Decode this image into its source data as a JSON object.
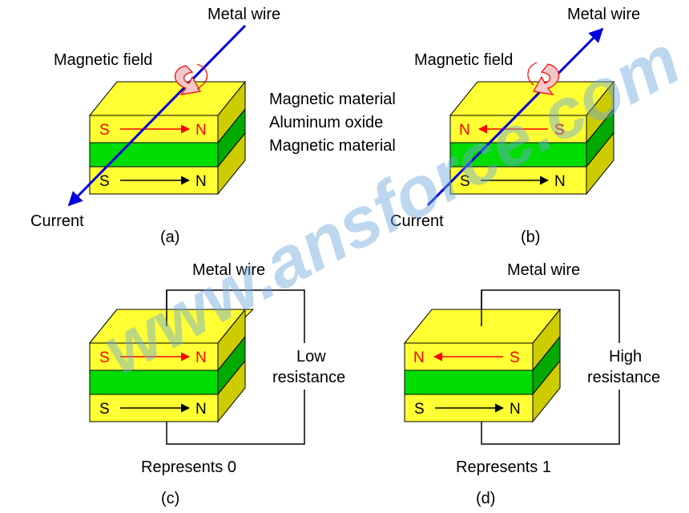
{
  "panel_a": {
    "metal_wire": "Metal wire",
    "magnetic_field": "Magnetic field",
    "current": "Current",
    "label": "(a)",
    "top_layer": {
      "left": "S",
      "right": "N"
    },
    "bottom_layer": {
      "left": "S",
      "right": "N"
    }
  },
  "legend": {
    "layer1": "Magnetic material",
    "layer2": "Aluminum oxide",
    "layer3": "Magnetic material"
  },
  "panel_b": {
    "metal_wire": "Metal wire",
    "magnetic_field": "Magnetic field",
    "current": "Current",
    "label": "(b)",
    "top_layer": {
      "left": "N",
      "right": "S"
    },
    "bottom_layer": {
      "left": "S",
      "right": "N"
    }
  },
  "panel_c": {
    "metal_wire": "Metal wire",
    "resistance_line1": "Low",
    "resistance_line2": "resistance",
    "represents": "Represents 0",
    "label": "(c)",
    "top_layer": {
      "left": "S",
      "right": "N"
    },
    "bottom_layer": {
      "left": "S",
      "right": "N"
    }
  },
  "panel_d": {
    "metal_wire": "Metal wire",
    "resistance_line1": "High",
    "resistance_line2": "resistance",
    "represents": "Represents 1",
    "label": "(d)",
    "top_layer": {
      "left": "N",
      "right": "S"
    },
    "bottom_layer": {
      "left": "S",
      "right": "N"
    }
  },
  "watermark": "www.ansforce.com",
  "colors": {
    "magnetic_layer": "#ffff33",
    "magnetic_side": "#cccc00",
    "oxide_layer": "#00dd00",
    "oxide_side": "#00aa00",
    "wire": "#0000dd",
    "field_arrow": "#ff0000",
    "pole_text": "#ff0000"
  }
}
